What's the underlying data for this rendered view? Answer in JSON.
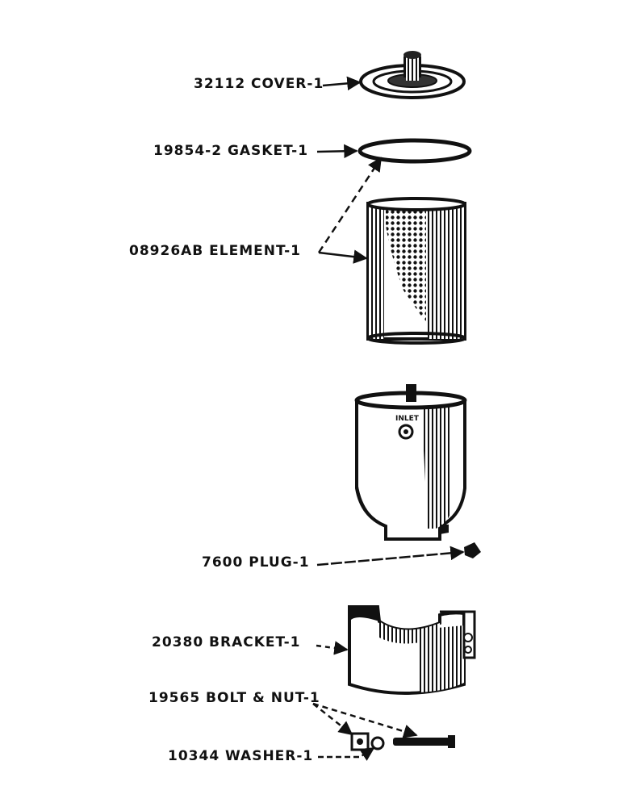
{
  "labels": {
    "cover": "32112 COVER-1",
    "gasket": "19854-2 GASKET-1",
    "element": "08926AB ELEMENT-1",
    "inlet": "INLET",
    "plug": "7600 PLUG-1",
    "bracket": "20380 BRACKET-1",
    "bolt_nut": "19565 BOLT & NUT-1",
    "washer": "10344 WASHER-1"
  },
  "colors": {
    "ink": "#111111",
    "paper": "#ffffff",
    "shade": "#555555"
  }
}
